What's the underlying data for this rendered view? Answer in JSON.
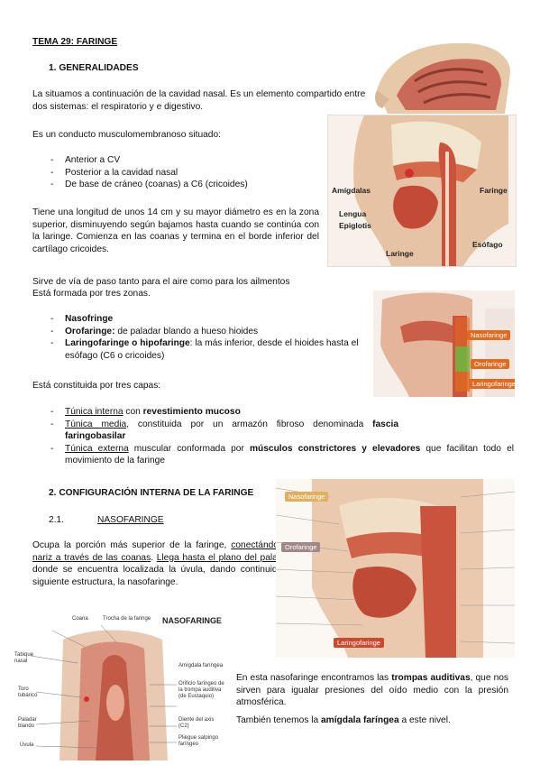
{
  "title": "TEMA 29: FARINGE",
  "section1": {
    "heading": "1.   GENERALIDADES"
  },
  "p1": "La situamos a continuación de la cavidad nasal. Es un elemento compartido entre dos sistemas: el respiratorio y e digestivo.",
  "p2": "Es un conducto musculomembranoso situado:",
  "list1": [
    "Anterior a CV",
    "Posterior a la cavidad nasal",
    "De base de cráneo (coanas) a C6 (cricoides)"
  ],
  "p3": "Tiene una longitud de unos 14 cm y su mayor diámetro es en la zona superior, disminuyendo según bajamos hasta cuando se continúa con la laringe. Comienza en las coanas y termina en el borde inferior del cartílago cricoides.",
  "p4a": "Sirve de vía de paso tanto para el aire como para los ailmentos",
  "p4b": "Está formada por tres zonas.",
  "zones": [
    {
      "term": "Nasofringe",
      "rest": ""
    },
    {
      "term": "Orofaringe:",
      "rest": " de paladar blando a hueso hioides"
    },
    {
      "term": "Laringofaringe o hipofaringe",
      "rest": ": la más inferior, desde el hioides hasta el esófago (C6 o cricoides)"
    }
  ],
  "p5": "Está constituida por tres capas:",
  "layers": {
    "l1_u": "Túnica interna",
    "l1_mid": " con ",
    "l1_b": "revestimiento mucoso",
    "l2_u": "Túnica media",
    "l2_mid": ", constituida por un armazón fibroso denominada ",
    "l2_b": "fascia faringobasilar",
    "l3_u": "Túnica externa",
    "l3_mid": " muscular conformada por ",
    "l3_b": "músculos constrictores y elevadores",
    "l3_end": " que facilitan todo el movimiento de la faringe"
  },
  "section2": {
    "heading": "2.   CONFIGURACIÓN INTERNA DE LA FARINGE"
  },
  "sub21": {
    "num": "2.1.",
    "title": "NASOFARINGE"
  },
  "p6": {
    "a": "Ocupa la porción más superior de la faringe, ",
    "b": "conectándose con la nariz a través de las coanas",
    "c": ". ",
    "d": "Llega hasta el plano del paladar plano",
    "e": ", donde se encuentra localizada la úvula, dando continuidad con la siguiente estructura, la nasofaringe."
  },
  "p7": {
    "a": "En esta nasofaringe encontramos las ",
    "b": "trompas auditivas",
    "c": ", que nos sirven para igualar presiones del oído medio con la presión atmosférica."
  },
  "p8": {
    "a": "También tenemos la ",
    "b": "amígdala faríngea",
    "c": " a este nivel."
  },
  "fig2": {
    "labels": [
      "Amígdalas",
      "Lengua",
      "Epiglotis",
      "Laringe",
      "Faringe",
      "Esófago"
    ]
  },
  "fig3": {
    "labels": [
      "Nasofaringe",
      "Orofaringe",
      "Laringofaringe"
    ]
  },
  "fig4": {
    "labels": [
      "Nasofaringe",
      "Orofaringe",
      "Laringofaringe"
    ]
  },
  "fig5": {
    "title": "NASOFARINGE",
    "labels": [
      "Coana",
      "Trocha de la faringe",
      "Tabique nasal",
      "Toro tubárico",
      "Paladar blando",
      "Úvula",
      "Amígdala faríngea",
      "Orificio faríngeo de la trompa auditiva (de Eustaquio)",
      "Diente del axis (C2)",
      "Pliegue salpingo faríngeo"
    ]
  },
  "colors": {
    "muscle": "#c9533c",
    "tissue": "#e8b8a0",
    "bone": "#efe3c8",
    "orange_tag": "#e06a1f",
    "green": "#6dbb3f"
  }
}
